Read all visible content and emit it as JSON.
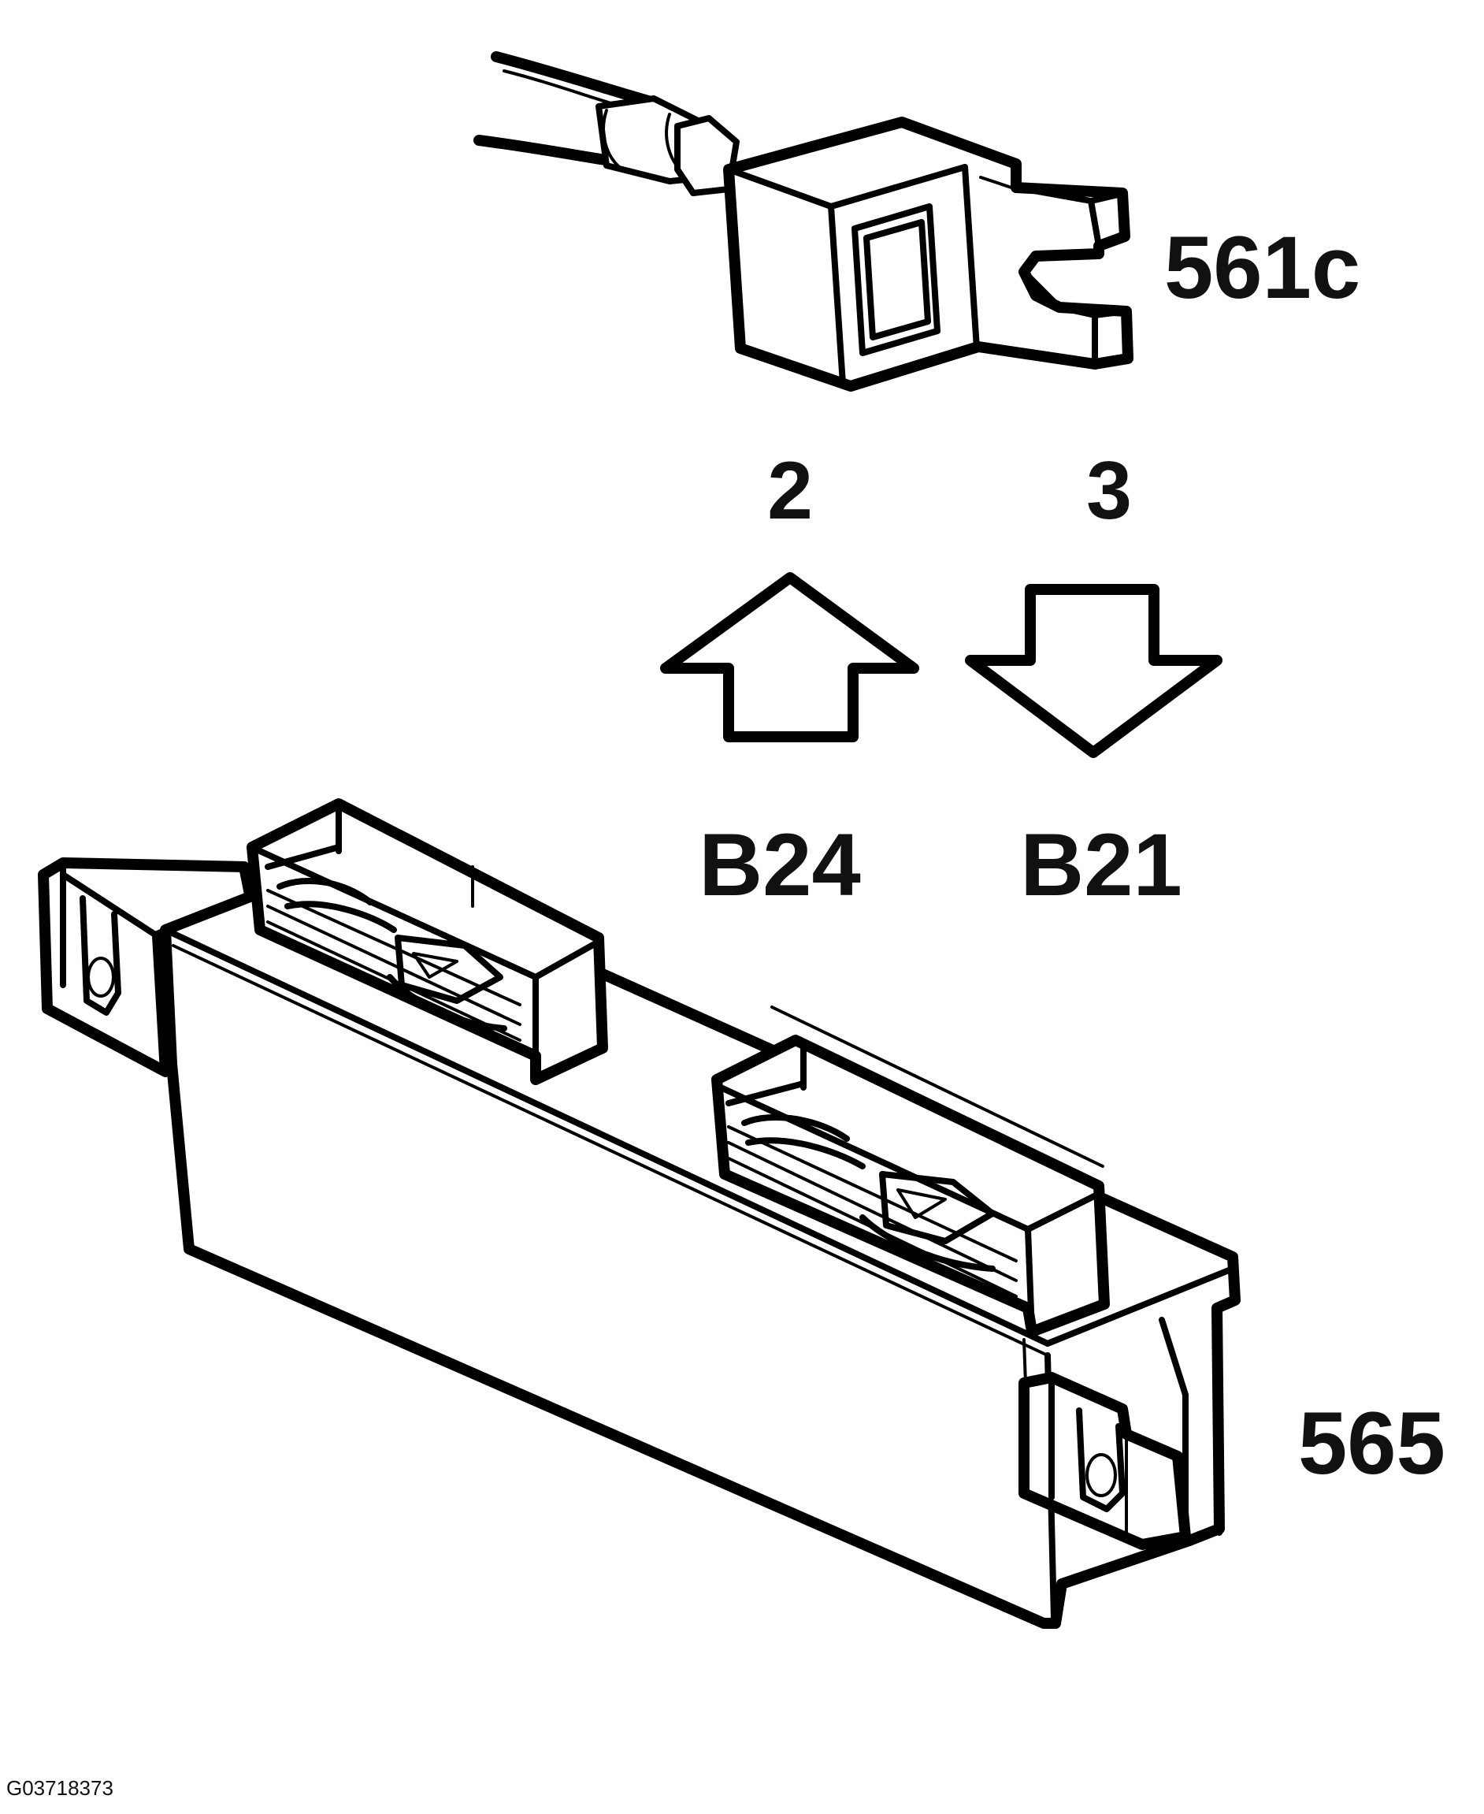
{
  "connector_label": "561c",
  "module_label": "565",
  "pins": [
    {
      "number": "2",
      "terminal": "B24",
      "direction": "up"
    },
    {
      "number": "3",
      "terminal": "B21",
      "direction": "down"
    }
  ],
  "figure_id": "G03718373",
  "colors": {
    "line": "#000000",
    "background": "#ffffff",
    "text": "#111111"
  }
}
